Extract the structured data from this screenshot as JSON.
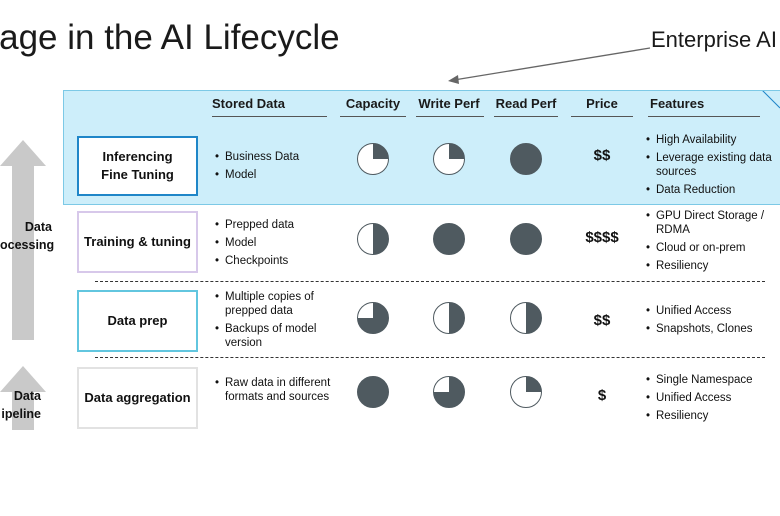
{
  "title": "orage in the AI Lifecycle",
  "callout": "Enterprise AI",
  "side_labels": {
    "processing_line1": "Data",
    "processing_line2": "ocessing",
    "pipeline_line1": "Data",
    "pipeline_line2": "ipeline"
  },
  "headers": [
    "Stored Data",
    "Capacity",
    "Write Perf",
    "Read Perf",
    "Price",
    "Features"
  ],
  "rows": [
    {
      "stage": [
        "Inferencing",
        "Fine Tuning"
      ],
      "stored": [
        "Business Data",
        "Model"
      ],
      "capacity": 0.25,
      "write": 0.25,
      "read": 1.0,
      "price": "$$",
      "features": [
        "High Availability",
        "Leverage existing data sources",
        "Data Reduction"
      ]
    },
    {
      "stage": [
        "Training & tuning"
      ],
      "stored": [
        "Prepped data",
        "Model",
        "Checkpoints"
      ],
      "capacity": 0.5,
      "write": 1.0,
      "read": 1.0,
      "price": "$$$$",
      "features": [
        "GPU Direct Storage / RDMA",
        "Cloud or on-prem",
        "Resiliency"
      ]
    },
    {
      "stage": [
        "Data prep"
      ],
      "stored": [
        "Multiple copies of prepped data",
        "Backups of model version"
      ],
      "capacity": 0.75,
      "write": 0.5,
      "read": 0.5,
      "price": "$$",
      "features": [
        "Unified Access",
        "Snapshots, Clones"
      ]
    },
    {
      "stage": [
        "Data aggregation"
      ],
      "stored": [
        "Raw data in different formats and sources"
      ],
      "capacity": 1.0,
      "write": 0.75,
      "read": 0.25,
      "price": "$",
      "features": [
        "Single Namespace",
        "Unified Access",
        "Resiliency"
      ]
    }
  ],
  "colors": {
    "band": "#cdeefa",
    "inferencing_border": "#1f86c8",
    "training_border": "#d7c8ea",
    "prep_border": "#62c6df",
    "aggregation_border": "#e2e2e2",
    "pie_fill": "#4f5a60",
    "arrow": "#c9c9c9"
  }
}
